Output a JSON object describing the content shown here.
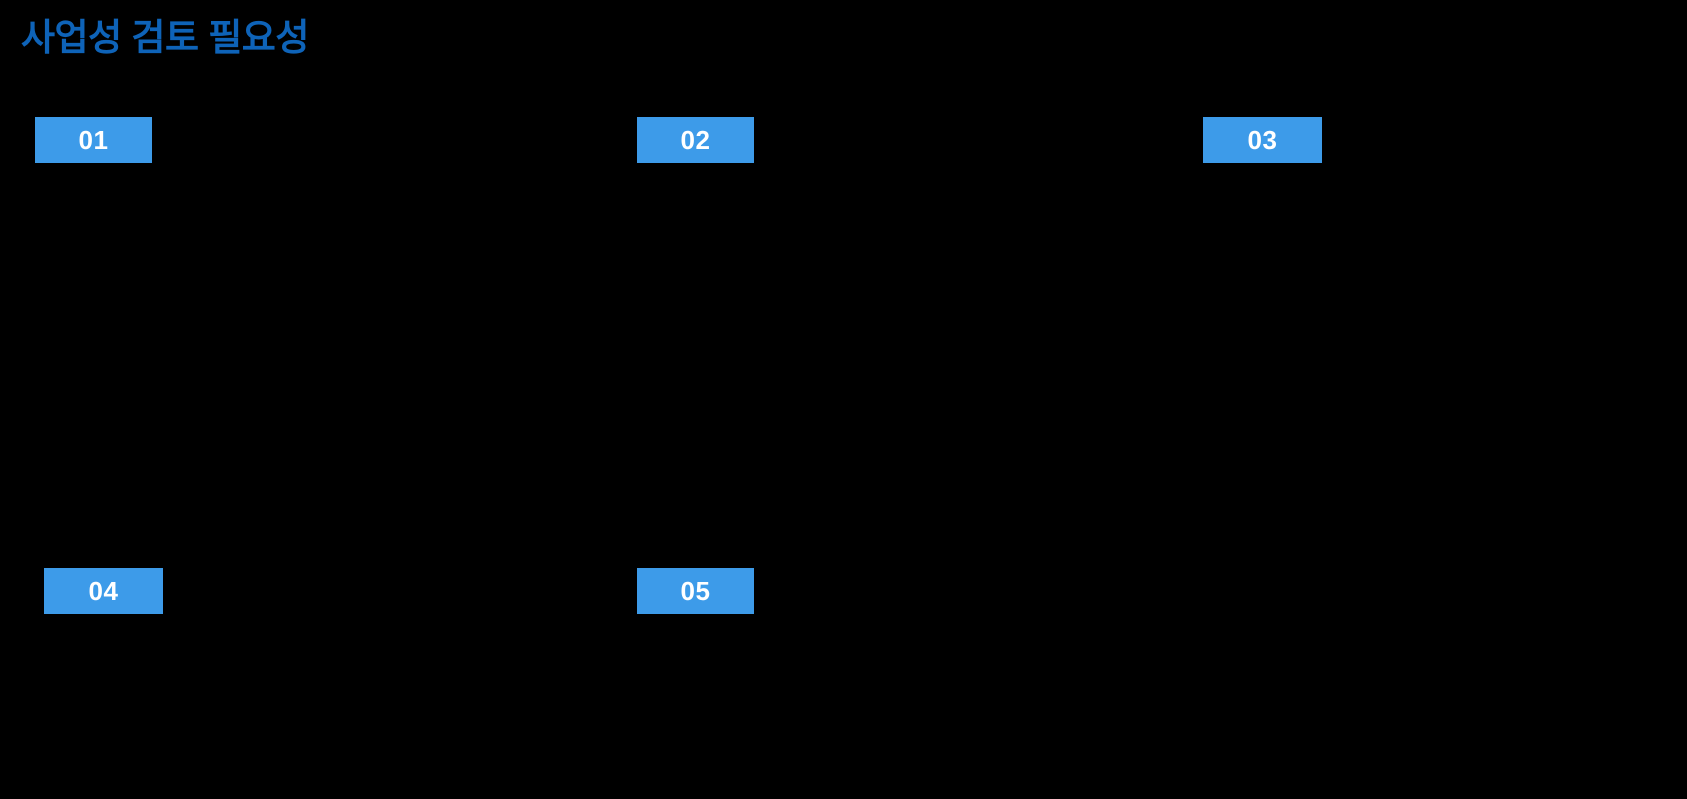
{
  "slide": {
    "title": "사업성 검토 필요성",
    "background_color": "#000000",
    "title_color": "#0E63B8",
    "badge_color": "#3D9BE9",
    "badge_text_color": "#FFFFFF"
  },
  "steps": [
    {
      "number": "01",
      "body": ""
    },
    {
      "number": "02",
      "body": ""
    },
    {
      "number": "03",
      "body": ""
    },
    {
      "number": "04",
      "body": ""
    },
    {
      "number": "05",
      "body": ""
    }
  ]
}
